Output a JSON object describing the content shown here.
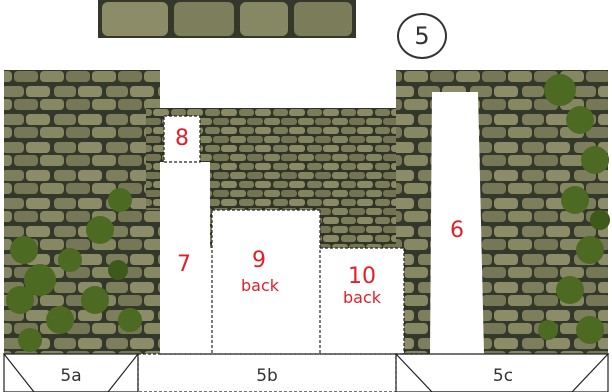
{
  "section_number": "5",
  "pieces": {
    "p6": "6",
    "p7": "7",
    "p8": "8",
    "p9_num": "9",
    "p9_sub": "back",
    "p10_num": "10",
    "p10_sub": "back"
  },
  "tabs": {
    "t5a": "5a",
    "t5b": "5b",
    "t5c": "5c"
  },
  "colors": {
    "stone_dark": "#3b3f2c",
    "stone_light": "#8e8f6b",
    "mortar": "#2e3222",
    "ivy": "#4c6a22",
    "label_red": "#e0202a"
  }
}
